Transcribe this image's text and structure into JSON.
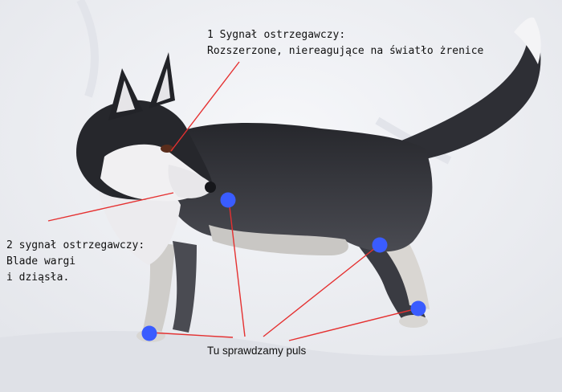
{
  "annotations": {
    "warning_1": {
      "line1": "1 Sygnał ostrzegawczy:",
      "line2": "Rozszerzone, niereagujące na światło żrenice"
    },
    "warning_2": {
      "line1": "2 sygnał ostrzegawczy:",
      "line2": "Blade wargi",
      "line3": "i dziąsła."
    },
    "pulse": {
      "text": "Tu sprawdzamy puls"
    }
  },
  "colors": {
    "leader_line": "#e53030",
    "pulse_point": "#3a5cff",
    "snow": "#eef0f4",
    "fur_dark": "#2c2d33",
    "fur_light": "#e9e8ec"
  }
}
